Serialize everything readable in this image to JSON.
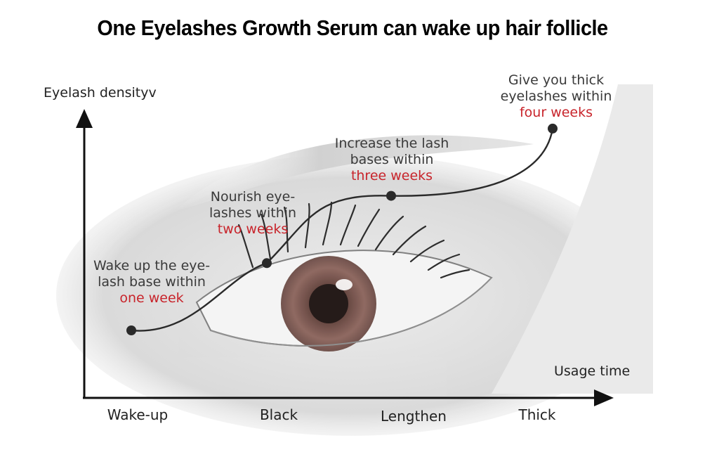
{
  "title": "One Eyelashes Growth Serum can wake up hair follicle",
  "colors": {
    "accent": "#c8242b",
    "text": "#3a3a3a",
    "axis": "#111111",
    "curve": "#2a2a2a"
  },
  "chart_data": {
    "type": "line",
    "title": "One Eyelashes Growth Serum can wake up hair follicle",
    "ylabel": "Eyelash densityv",
    "xlabel": "Usage time",
    "categories": [
      "Wake-up",
      "Black",
      "Lengthen",
      "Thick"
    ],
    "grid": false,
    "series": [
      {
        "values": [
          1,
          2,
          3,
          4
        ]
      }
    ],
    "annotations": [
      {
        "lines": [
          "Wake up the eye-",
          "lash base within"
        ],
        "highlight": "one week"
      },
      {
        "lines": [
          "Nourish eye-",
          "lashes within"
        ],
        "highlight": "two weeks"
      },
      {
        "lines": [
          "Increase the lash",
          "bases within"
        ],
        "highlight": "three weeks"
      },
      {
        "lines": [
          "Give you thick",
          "eyelashes within"
        ],
        "highlight": "four weeks"
      }
    ]
  }
}
